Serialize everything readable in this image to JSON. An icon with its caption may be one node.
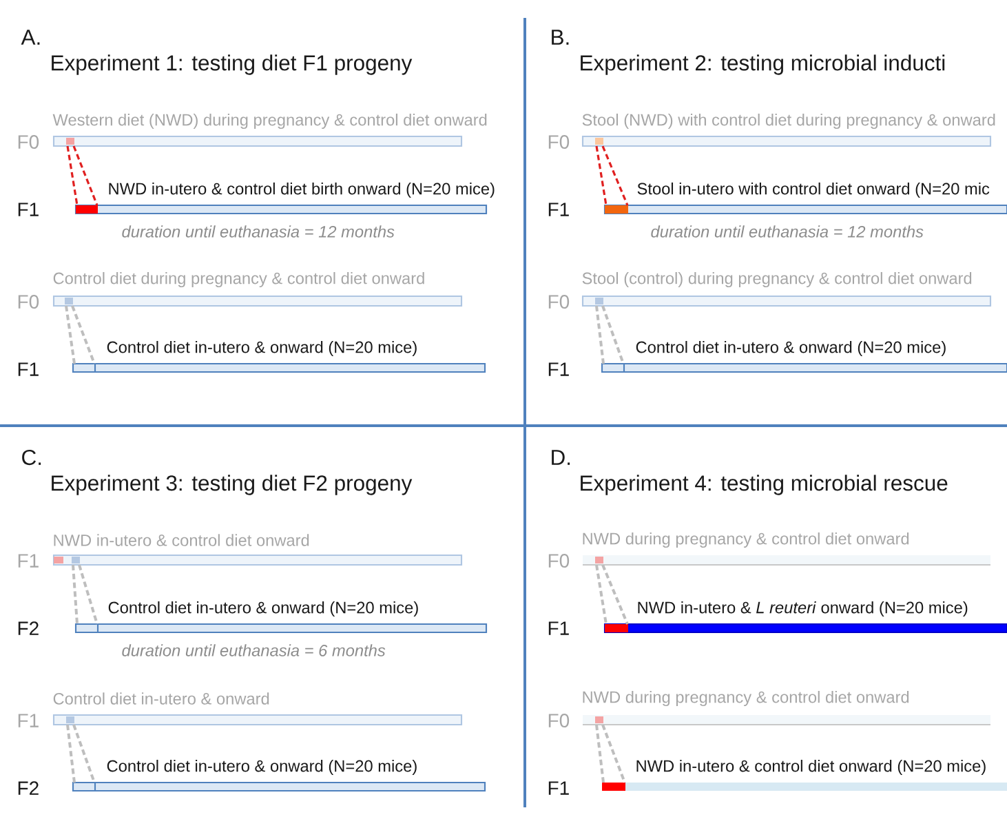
{
  "diagram": {
    "nodes": [
      {
        "text": [
          "Western diet (NWD) during pregnancy & control diet onward"
        ],
        "beside": [
          "F0"
        ]
      },
      {
        "text": [
          "NWD in-utero & control diet birth onward (N=20 mice)"
        ],
        "beside": [
          "F1",
          "duration until euthanasia = 12 months"
        ]
      },
      {
        "text": [
          "Control diet during pregnancy & control diet onward"
        ],
        "beside": [
          "F0"
        ]
      },
      {
        "text": [
          "Control diet in-utero & onward (N=20 mice)"
        ],
        "beside": [
          "F1"
        ]
      },
      {
        "text": [
          "Stool (NWD) with control diet during pregnancy & onward"
        ],
        "beside": [
          "F0"
        ]
      },
      {
        "text": [
          "Stool in-utero with control diet onward (N=20 mic"
        ],
        "beside": [
          "F1",
          "duration until euthanasia = 12 months"
        ]
      },
      {
        "text": [
          "Stool (control) during pregnancy & control diet onward"
        ],
        "beside": [
          "F0"
        ]
      },
      {
        "text": [
          "Control diet in-utero & onward (N=20 mice)"
        ],
        "beside": [
          "F1"
        ]
      },
      {
        "text": [
          "NWD in-utero & control diet onward"
        ],
        "beside": [
          "F1"
        ]
      },
      {
        "text": [
          "Control diet in-utero & onward (N=20 mice)"
        ],
        "beside": [
          "F2",
          "duration until euthanasia = 6 months"
        ]
      },
      {
        "text": [
          "Control diet in-utero & onward"
        ],
        "beside": [
          "F1"
        ]
      },
      {
        "text": [
          "Control diet in-utero & onward (N=20 mice)"
        ],
        "beside": [
          "F2"
        ]
      },
      {
        "text": [
          "NWD during pregnancy & control diet onward"
        ],
        "beside": [
          "F0"
        ]
      },
      {
        "text": [
          "NWD in-utero & *L reuteri* onward (N=20 mice)"
        ],
        "beside": [
          "F1"
        ]
      },
      {
        "text": [
          "NWD during pregnancy & control diet onward"
        ],
        "beside": [
          "F0"
        ]
      },
      {
        "text": [
          "NWD in-utero & control diet onward (N=20 mice)"
        ],
        "beside": [
          "F1"
        ]
      }
    ],
    "edges": [
      {
        "from": 0,
        "to": 1,
        "arrow": "none",
        "style": "dashed",
        "color": "#e02020"
      },
      {
        "from": 2,
        "to": 3,
        "arrow": "none",
        "style": "dashed"
      },
      {
        "from": 4,
        "to": 5,
        "arrow": "none",
        "style": "dashed",
        "color": "#e02020"
      },
      {
        "from": 6,
        "to": 7,
        "arrow": "none",
        "style": "dashed"
      },
      {
        "from": 8,
        "to": 9,
        "arrow": "none",
        "style": "dashed"
      },
      {
        "from": 10,
        "to": 11,
        "arrow": "none",
        "style": "dashed"
      },
      {
        "from": 12,
        "to": 13,
        "arrow": "none",
        "style": "dashed"
      },
      {
        "from": 14,
        "to": 15,
        "arrow": "none",
        "style": "dashed"
      }
    ],
    "labels": [
      "A.",
      "Experiment 1: testing diet F1 progeny",
      "B.",
      "Experiment 2: testing microbial inducti",
      "C.",
      "Experiment 3: testing diet F2 progeny",
      "D.",
      "Experiment 4: testing microbial rescue"
    ]
  }
}
